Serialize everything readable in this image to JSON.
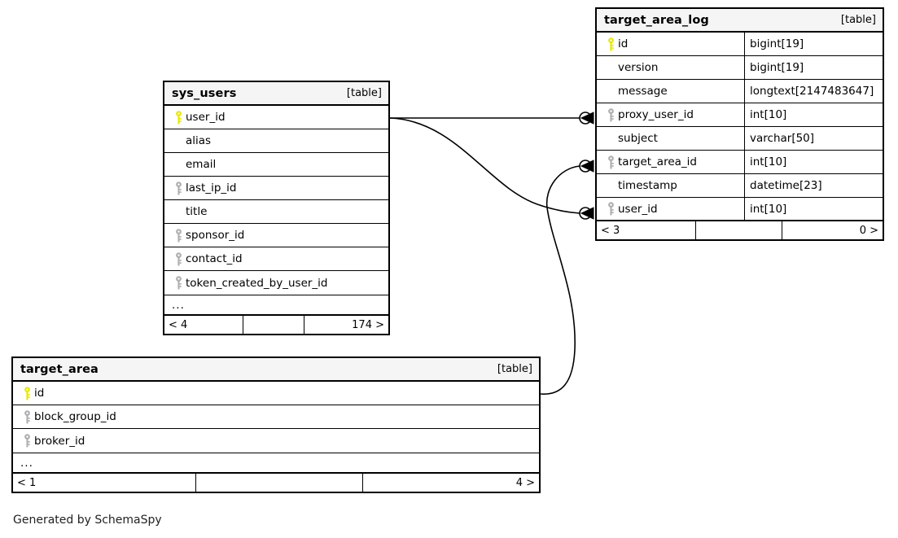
{
  "caption": "Generated by SchemaSpy",
  "colors": {
    "primary_key": "#e8e800",
    "foreign_key": "#b0b0b0",
    "header_background": "#f5f5f5",
    "border": "#000000",
    "background": "#ffffff"
  },
  "tables": [
    {
      "name": "target_area_log",
      "kind": "[table]",
      "columns": [
        {
          "name": "id",
          "type": "bigint[19]",
          "key": "primary"
        },
        {
          "name": "version",
          "type": "bigint[19]",
          "key": "none"
        },
        {
          "name": "message",
          "type": "longtext[2147483647]",
          "key": "none"
        },
        {
          "name": "proxy_user_id",
          "type": "int[10]",
          "key": "foreign"
        },
        {
          "name": "subject",
          "type": "varchar[50]",
          "key": "none"
        },
        {
          "name": "target_area_id",
          "type": "int[10]",
          "key": "foreign"
        },
        {
          "name": "timestamp",
          "type": "datetime[23]",
          "key": "none"
        },
        {
          "name": "user_id",
          "type": "int[10]",
          "key": "foreign"
        }
      ],
      "has_ellipsis_row": false,
      "footer": {
        "left": "< 3",
        "middle": "",
        "right": "0 >"
      }
    },
    {
      "name": "sys_users",
      "kind": "[table]",
      "columns": [
        {
          "name": "user_id",
          "type": "",
          "key": "primary"
        },
        {
          "name": "alias",
          "type": "",
          "key": "none"
        },
        {
          "name": "email",
          "type": "",
          "key": "none"
        },
        {
          "name": "last_ip_id",
          "type": "",
          "key": "foreign"
        },
        {
          "name": "title",
          "type": "",
          "key": "none"
        },
        {
          "name": "sponsor_id",
          "type": "",
          "key": "foreign"
        },
        {
          "name": "contact_id",
          "type": "",
          "key": "foreign"
        },
        {
          "name": "token_created_by_user_id",
          "type": "",
          "key": "foreign"
        }
      ],
      "has_ellipsis_row": true,
      "ellipsis": "...",
      "footer": {
        "left": "< 4",
        "middle": "",
        "right": "174 >"
      }
    },
    {
      "name": "target_area",
      "kind": "[table]",
      "columns": [
        {
          "name": "id",
          "type": "",
          "key": "primary"
        },
        {
          "name": "block_group_id",
          "type": "",
          "key": "foreign"
        },
        {
          "name": "broker_id",
          "type": "",
          "key": "foreign"
        }
      ],
      "has_ellipsis_row": true,
      "ellipsis": "...",
      "footer": {
        "left": "< 1",
        "middle": "",
        "right": "4 >"
      }
    }
  ],
  "relationships": [
    {
      "from_table": "sys_users",
      "from_column": "user_id",
      "to_table": "target_area_log",
      "to_column": "proxy_user_id",
      "notation": "zero-or-many"
    },
    {
      "from_table": "sys_users",
      "from_column": "user_id",
      "to_table": "target_area_log",
      "to_column": "user_id",
      "notation": "zero-or-many"
    },
    {
      "from_table": "target_area",
      "from_column": "id",
      "to_table": "target_area_log",
      "to_column": "target_area_id",
      "notation": "zero-or-many"
    }
  ]
}
